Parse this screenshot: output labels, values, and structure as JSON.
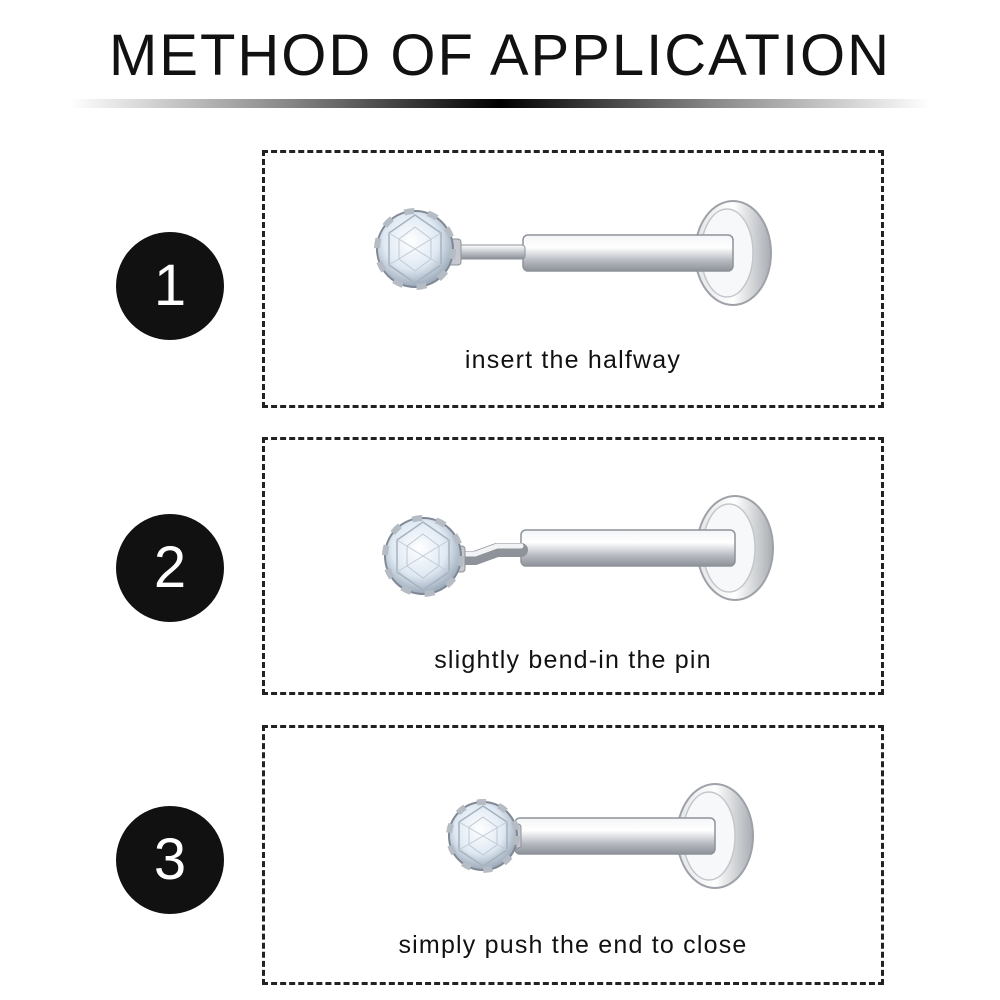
{
  "title": "METHOD OF APPLICATION",
  "steps": [
    {
      "number": "1",
      "caption": "insert the halfway"
    },
    {
      "number": "2",
      "caption": "slightly bend-in the pin"
    },
    {
      "number": "3",
      "caption": "simply push the end to close"
    }
  ],
  "colors": {
    "badge": "#111111",
    "border": "#222222",
    "metal": "#c9ccd1",
    "gem": "#dfeef8"
  },
  "icons": [
    "labret-stud-with-crystal"
  ]
}
